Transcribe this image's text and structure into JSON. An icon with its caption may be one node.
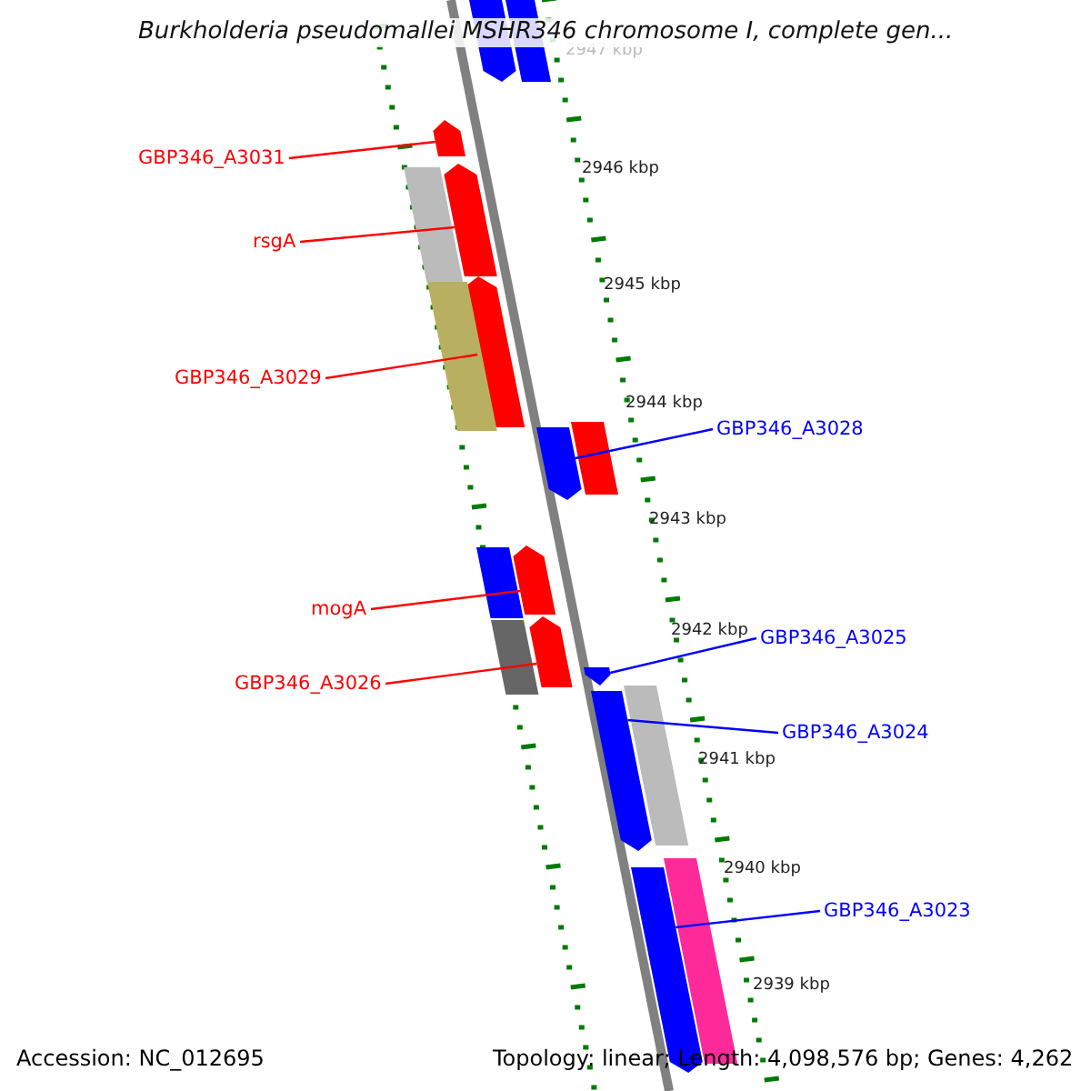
{
  "diagram": {
    "title": "Burkholderia pseudomallei MSHR346 chromosome I, complete gen...",
    "nodes": [
      {
        "text": [
          "GBP346_A3031"
        ]
      },
      {
        "text": [
          "rsgA"
        ]
      },
      {
        "text": [
          "GBP346_A3029"
        ]
      },
      {
        "text": [
          "GBP346_A3028"
        ]
      },
      {
        "text": [
          "mogA"
        ]
      },
      {
        "text": [
          "GBP346_A3026"
        ]
      },
      {
        "text": [
          "GBP346_A3025"
        ]
      },
      {
        "text": [
          "GBP346_A3024"
        ]
      },
      {
        "text": [
          "GBP346_A3023"
        ]
      },
      {
        "text": [],
        "shape": "bar"
      },
      {
        "text": [],
        "shape": "bar"
      },
      {
        "text": [],
        "shape": "bar"
      },
      {
        "text": [],
        "shape": "bar"
      },
      {
        "text": [],
        "shape": "bar"
      },
      {
        "text": [],
        "shape": "bar"
      },
      {
        "text": [],
        "shape": "bar"
      },
      {
        "text": [],
        "shape": "bar"
      },
      {
        "text": [],
        "shape": "bar"
      },
      {
        "text": [],
        "shape": "bar"
      },
      {
        "text": [],
        "shape": "bar"
      },
      {
        "text": [],
        "shape": "bar"
      },
      {
        "text": [],
        "shape": "bar"
      },
      {
        "text": [],
        "shape": "bar"
      },
      {
        "text": [],
        "shape": "bar"
      },
      {
        "text": [],
        "shape": "bar"
      },
      {
        "text": [],
        "shape": "bar"
      },
      {
        "text": [],
        "shape": "bar"
      }
    ],
    "edges": [
      {
        "from": 0,
        "to": 11,
        "arrow": "none"
      },
      {
        "from": 1,
        "to": 12,
        "arrow": "none"
      },
      {
        "from": 2,
        "to": 14,
        "arrow": "none"
      },
      {
        "from": 3,
        "to": 17,
        "arrow": "none",
        "color": "#0000ff"
      },
      {
        "from": 4,
        "to": 18,
        "arrow": "none"
      },
      {
        "from": 5,
        "to": 20,
        "arrow": "none"
      },
      {
        "from": 6,
        "to": 22,
        "arrow": "none",
        "color": "#0000ff"
      },
      {
        "from": 7,
        "to": 24,
        "arrow": "none",
        "color": "#0000ff"
      },
      {
        "from": 8,
        "to": 26,
        "arrow": "none",
        "color": "#0000ff"
      }
    ],
    "labels": [
      "2947 kbp",
      "2946 kbp",
      "2945 kbp",
      "2944 kbp",
      "2943 kbp",
      "2942 kbp",
      "2941 kbp",
      "2940 kbp",
      "2939 kbp",
      "Accession: NC_012695",
      "Topology: linear; Length: 4,098,576 bp; Genes: 4,262"
    ]
  }
}
